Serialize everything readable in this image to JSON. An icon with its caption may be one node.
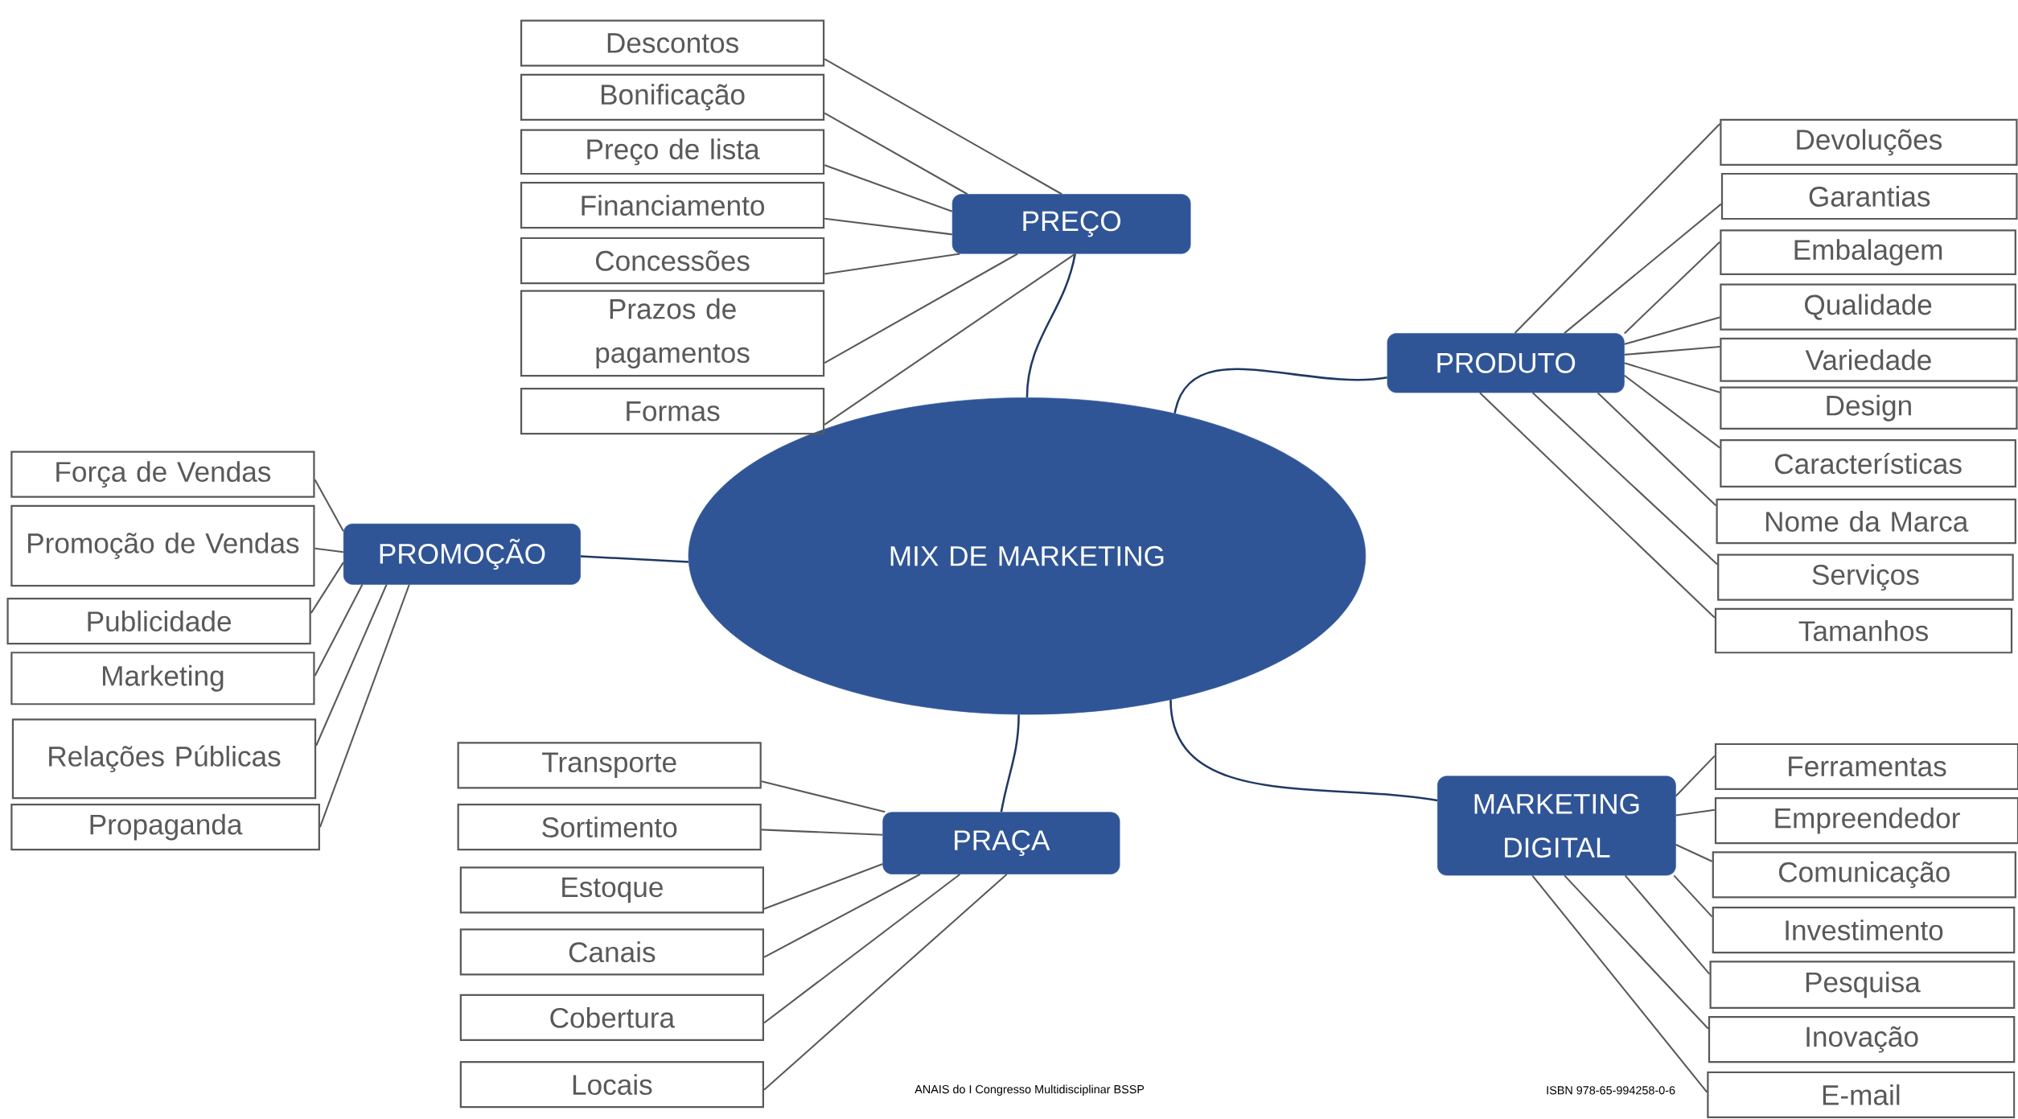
{
  "diagram": {
    "nodes": [
      {
        "text": [
          "MIX DE MARKETING"
        ]
      },
      {
        "text": [
          "PREÇO"
        ]
      },
      {
        "text": [
          "Descontos"
        ]
      },
      {
        "text": [
          "Bonificação"
        ]
      },
      {
        "text": [
          "Preço de lista"
        ]
      },
      {
        "text": [
          "Financiamento"
        ]
      },
      {
        "text": [
          "Concessões"
        ]
      },
      {
        "text": [
          "Prazos de pagamentos"
        ]
      },
      {
        "text": [
          "Formas"
        ]
      },
      {
        "text": [
          "PRODUTO"
        ]
      },
      {
        "text": [
          "Devoluções"
        ]
      },
      {
        "text": [
          "Garantias"
        ]
      },
      {
        "text": [
          "Embalagem"
        ]
      },
      {
        "text": [
          "Qualidade"
        ]
      },
      {
        "text": [
          "Variedade"
        ]
      },
      {
        "text": [
          "Design"
        ]
      },
      {
        "text": [
          "Características"
        ]
      },
      {
        "text": [
          "Nome da Marca"
        ]
      },
      {
        "text": [
          "Serviços"
        ]
      },
      {
        "text": [
          "Tamanhos"
        ]
      },
      {
        "text": [
          "PROMOÇÃO"
        ]
      },
      {
        "text": [
          "Força de Vendas"
        ]
      },
      {
        "text": [
          "Promoção de Vendas"
        ]
      },
      {
        "text": [
          "Publicidade"
        ]
      },
      {
        "text": [
          "Marketing"
        ]
      },
      {
        "text": [
          "Relações Públicas"
        ]
      },
      {
        "text": [
          "Propaganda"
        ]
      },
      {
        "text": [
          "PRAÇA"
        ]
      },
      {
        "text": [
          "Transporte"
        ]
      },
      {
        "text": [
          "Sortimento"
        ]
      },
      {
        "text": [
          "Estoque"
        ]
      },
      {
        "text": [
          "Canais"
        ]
      },
      {
        "text": [
          "Cobertura"
        ]
      },
      {
        "text": [
          "Locais"
        ]
      },
      {
        "text": [
          "MARKETING DIGITAL"
        ]
      },
      {
        "text": [
          "Ferramentas"
        ]
      },
      {
        "text": [
          "Empreendedor"
        ]
      },
      {
        "text": [
          "Comunicação"
        ]
      },
      {
        "text": [
          "Investimento"
        ]
      },
      {
        "text": [
          "Pesquisa"
        ]
      },
      {
        "text": [
          "Inovação"
        ]
      },
      {
        "text": [
          "E-mail"
        ]
      }
    ],
    "edges": [
      {
        "from": 0,
        "to": 1,
        "arrow": "none",
        "color": "#1f3864"
      },
      {
        "from": 0,
        "to": 9,
        "arrow": "none",
        "color": "#1f3864"
      },
      {
        "from": 0,
        "to": 20,
        "arrow": "none",
        "color": "#1f3864"
      },
      {
        "from": 0,
        "to": 27,
        "arrow": "none",
        "color": "#1f3864"
      },
      {
        "from": 0,
        "to": 34,
        "arrow": "none",
        "color": "#1f3864"
      },
      {
        "from": 1,
        "to": 2,
        "arrow": "none"
      },
      {
        "from": 1,
        "to": 3,
        "arrow": "none"
      },
      {
        "from": 1,
        "to": 4,
        "arrow": "none"
      },
      {
        "from": 1,
        "to": 5,
        "arrow": "none"
      },
      {
        "from": 1,
        "to": 6,
        "arrow": "none"
      },
      {
        "from": 1,
        "to": 7,
        "arrow": "none"
      },
      {
        "from": 1,
        "to": 8,
        "arrow": "none"
      },
      {
        "from": 9,
        "to": 10,
        "arrow": "none"
      },
      {
        "from": 9,
        "to": 11,
        "arrow": "none"
      },
      {
        "from": 9,
        "to": 12,
        "arrow": "none"
      },
      {
        "from": 9,
        "to": 13,
        "arrow": "none"
      },
      {
        "from": 9,
        "to": 14,
        "arrow": "none"
      },
      {
        "from": 9,
        "to": 15,
        "arrow": "none"
      },
      {
        "from": 9,
        "to": 16,
        "arrow": "none"
      },
      {
        "from": 9,
        "to": 17,
        "arrow": "none"
      },
      {
        "from": 9,
        "to": 18,
        "arrow": "none"
      },
      {
        "from": 9,
        "to": 19,
        "arrow": "none"
      },
      {
        "from": 20,
        "to": 21,
        "arrow": "none"
      },
      {
        "from": 20,
        "to": 22,
        "arrow": "none"
      },
      {
        "from": 20,
        "to": 23,
        "arrow": "none"
      },
      {
        "from": 20,
        "to": 24,
        "arrow": "none"
      },
      {
        "from": 20,
        "to": 25,
        "arrow": "none"
      },
      {
        "from": 20,
        "to": 26,
        "arrow": "none"
      },
      {
        "from": 27,
        "to": 28,
        "arrow": "none"
      },
      {
        "from": 27,
        "to": 29,
        "arrow": "none"
      },
      {
        "from": 27,
        "to": 30,
        "arrow": "none"
      },
      {
        "from": 27,
        "to": 31,
        "arrow": "none"
      },
      {
        "from": 27,
        "to": 32,
        "arrow": "none"
      },
      {
        "from": 27,
        "to": 33,
        "arrow": "none"
      },
      {
        "from": 34,
        "to": 35,
        "arrow": "none"
      },
      {
        "from": 34,
        "to": 36,
        "arrow": "none"
      },
      {
        "from": 34,
        "to": 37,
        "arrow": "none"
      },
      {
        "from": 34,
        "to": 38,
        "arrow": "none"
      },
      {
        "from": 34,
        "to": 39,
        "arrow": "none"
      },
      {
        "from": 34,
        "to": 40,
        "arrow": "none"
      },
      {
        "from": 34,
        "to": 41,
        "arrow": "none"
      }
    ],
    "labels": [
      "ANAIS do I Congresso Multidisciplinar BSSP",
      "ISBN 978-65-994258-0-6"
    ]
  }
}
